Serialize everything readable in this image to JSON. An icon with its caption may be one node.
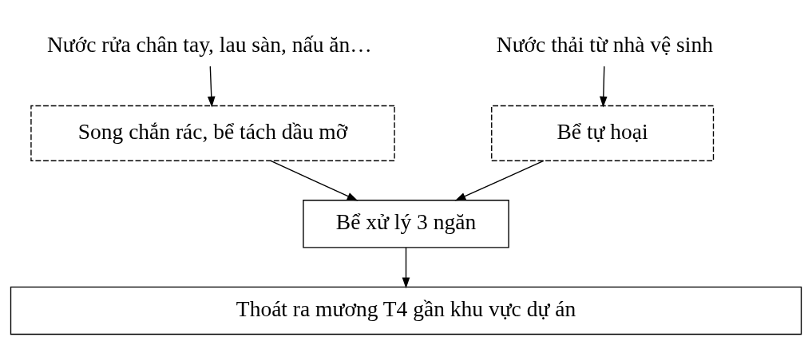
{
  "diagram": {
    "nodes": [
      {
        "text": [
          "Nước rửa chân tay, lau sàn, nấu ăn…"
        ]
      },
      {
        "text": [
          "Nước thải từ nhà vệ sinh"
        ]
      },
      {
        "text": [
          "Song chắn rác, bể tách dầu mỡ"
        ]
      },
      {
        "text": [
          "Bể tự hoại"
        ]
      },
      {
        "text": [
          "Bể xử lý 3 ngăn"
        ]
      },
      {
        "text": [
          "Thoát ra mương T4 gần khu vực dự án"
        ]
      }
    ],
    "edges": [
      {
        "from": 0,
        "to": 2,
        "arrow": "to"
      },
      {
        "from": 1,
        "to": 3,
        "arrow": "to"
      },
      {
        "from": 2,
        "to": 4,
        "arrow": "to"
      },
      {
        "from": 3,
        "to": 4,
        "arrow": "to"
      },
      {
        "from": 4,
        "to": 5,
        "arrow": "to"
      }
    ]
  }
}
